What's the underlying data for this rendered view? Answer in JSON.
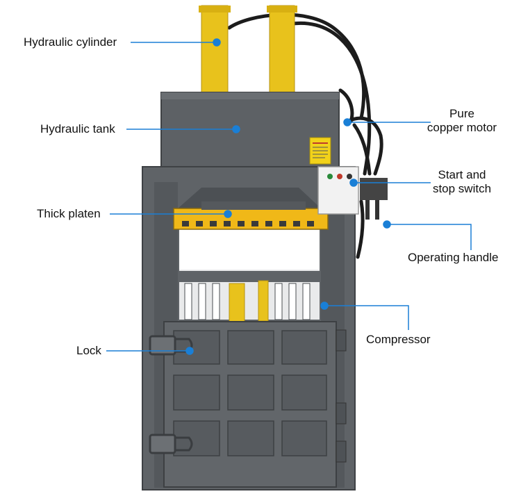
{
  "labels": {
    "hydraulic_cylinder": "Hydraulic cylinder",
    "hydraulic_tank": "Hydraulic tank",
    "thick_platen": "Thick platen",
    "lock": "Lock",
    "pure_copper_motor": "Pure\ncopper motor",
    "start_stop_switch": "Start and\nstop switch",
    "operating_handle": "Operating handle",
    "compressor": "Compressor"
  },
  "colors": {
    "leader": "#1a7fd6",
    "machine_body": "#5a5e62",
    "cylinder": "#e8c21c",
    "platen": "#f0b818",
    "hose": "#1c1c1c"
  }
}
